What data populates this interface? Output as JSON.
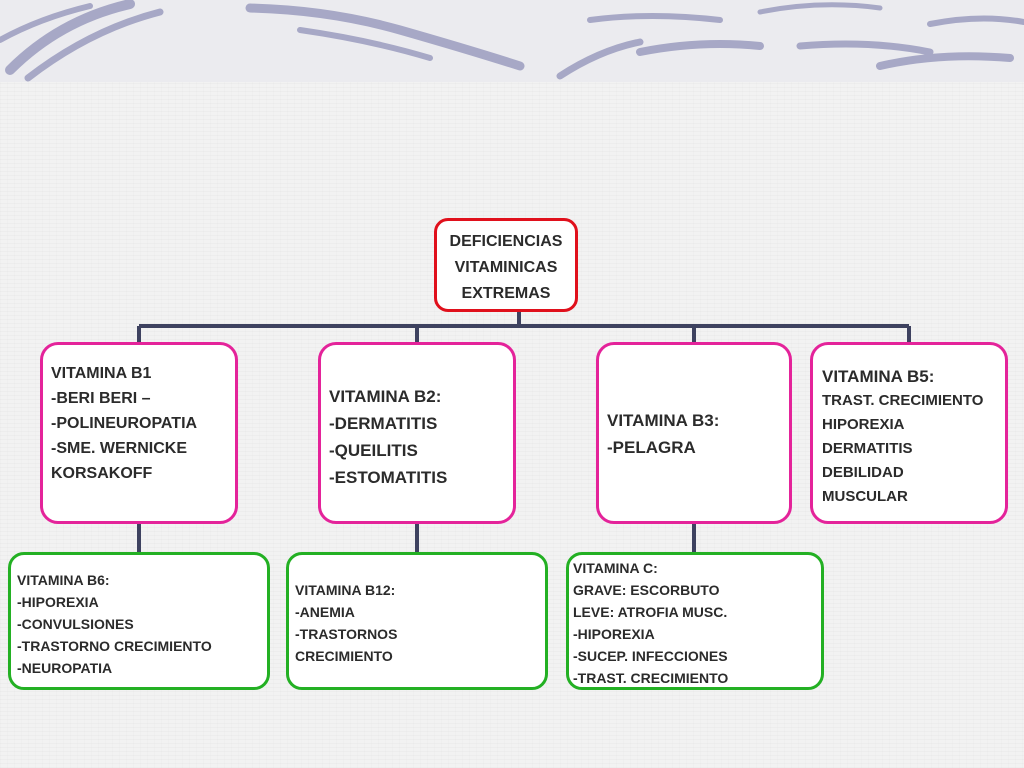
{
  "diagram": {
    "root": {
      "lines": [
        "DEFICIENCIAS",
        "VITAMINICAS",
        "EXTREMAS"
      ]
    },
    "vitamina_b1": {
      "lines": [
        "VITAMINA B1",
        "-BERI BERI –",
        "-POLINEUROPATIA",
        "-SME. WERNICKE",
        "KORSAKOFF"
      ]
    },
    "vitamina_b2": {
      "lines": [
        "VITAMINA B2:",
        "-DERMATITIS",
        "-QUEILITIS",
        "-ESTOMATITIS"
      ]
    },
    "vitamina_b3": {
      "lines": [
        "VITAMINA B3:",
        "-PELAGRA"
      ]
    },
    "vitamina_b5": {
      "lines": [
        "VITAMINA B5:",
        "TRAST. CRECIMIENTO",
        "HIPOREXIA",
        "DERMATITIS",
        "DEBILIDAD",
        "MUSCULAR"
      ]
    },
    "vitamina_b6": {
      "lines": [
        "VITAMINA B6:",
        "-HIPOREXIA",
        "-CONVULSIONES",
        "-TRASTORNO CRECIMIENTO",
        "-NEUROPATIA"
      ]
    },
    "vitamina_b12": {
      "lines": [
        "VITAMINA B12:",
        "-ANEMIA",
        "-TRASTORNOS",
        "CRECIMIENTO"
      ]
    },
    "vitamina_c": {
      "lines": [
        "VITAMINA C:",
        "GRAVE: ESCORBUTO",
        "LEVE: ATROFIA MUSC.",
        "-HIPOREXIA",
        "-SUCEP. INFECCIONES",
        "-TRAST. CRECIMIENTO"
      ]
    }
  },
  "colors": {
    "root_border": "#e0101c",
    "level1_border": "#e4239a",
    "level2_border": "#23b023",
    "connector": "#3e4260",
    "banner_stroke": "#a7a8c6"
  }
}
